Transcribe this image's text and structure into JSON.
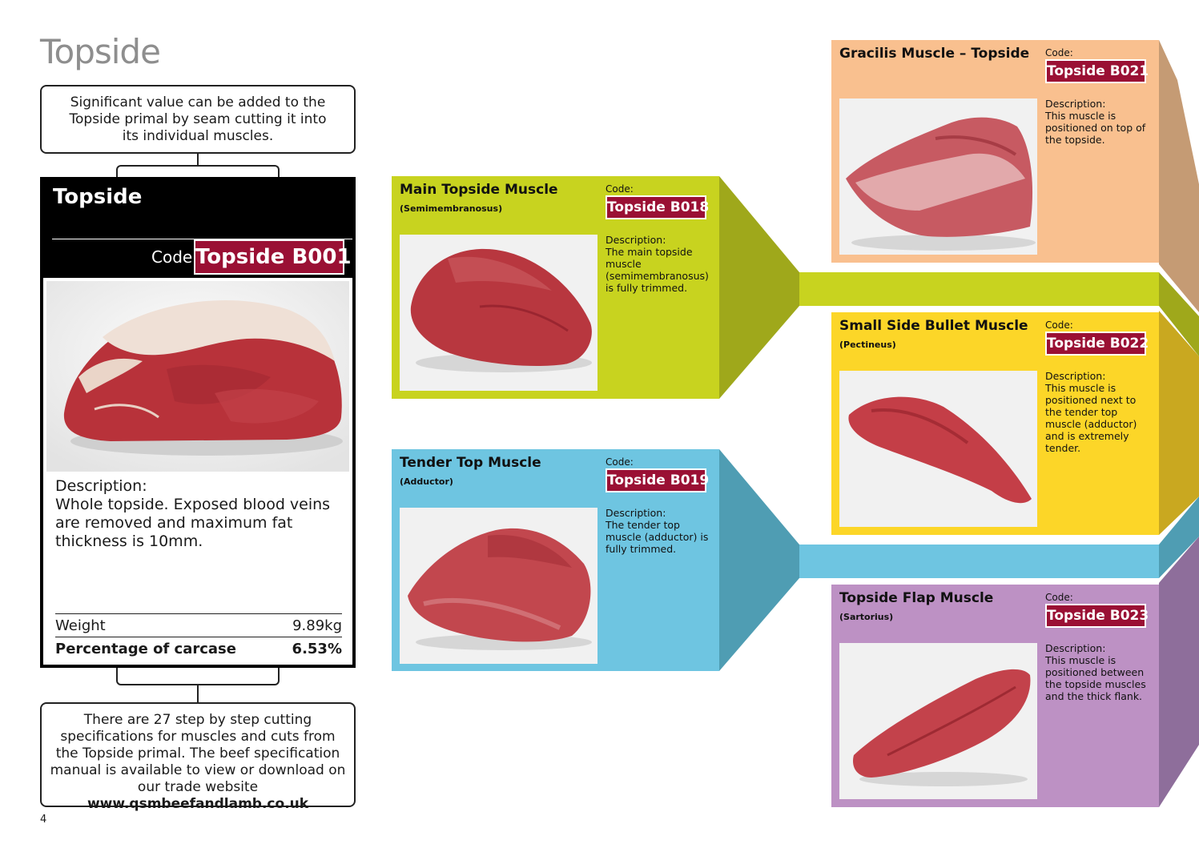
{
  "page": {
    "title": "Topside",
    "page_number": "4",
    "intro_text": "Significant value can be added to the Topside primal by seam cutting it into its individual muscles.",
    "footer_text": "There are 27 step by step cutting specifications for muscles and cuts from the Topside primal. The beef specification manual is available to view or download on our trade website",
    "footer_url": "www.qsmbeefandlamb.co.uk"
  },
  "main_card": {
    "title": "Topside",
    "code_label": "Code:",
    "code": "Topside B001",
    "description_label": "Description:",
    "description": "Whole topside. Exposed blood veins are removed and maximum fat thickness is 10mm.",
    "weight_label": "Weight",
    "weight_value": "9.89kg",
    "percentage_label": "Percentage of carcase",
    "percentage_value": "6.53%"
  },
  "muscles": [
    {
      "name": "Main Topside Muscle",
      "latin": "(Semimembranosus)",
      "code_label": "Code:",
      "code": "Topside B018",
      "description_label": "Description:",
      "description": "The main topside muscle (semimembranosus) is fully trimmed.",
      "color": "#c8d31f"
    },
    {
      "name": "Tender Top Muscle",
      "latin": "(Adductor)",
      "code_label": "Code:",
      "code": "Topside B019",
      "description_label": "Description:",
      "description": "The tender top muscle (adductor) is fully trimmed.",
      "color": "#6ec5e1"
    },
    {
      "name": "Gracilis Muscle – Topside",
      "latin": "",
      "code_label": "Code:",
      "code": "Topside B021",
      "description_label": "Description:",
      "description": "This muscle is positioned on top of the topside.",
      "color": "#f9c08f"
    },
    {
      "name": "Small Side Bullet Muscle",
      "latin": "(Pectineus)",
      "code_label": "Code:",
      "code": "Topside B022",
      "description_label": "Description:",
      "description": "This muscle is positioned next to the tender top muscle (adductor) and is extremely tender.",
      "color": "#fcd628"
    },
    {
      "name": "Topside Flap Muscle",
      "latin": "(Sartorius)",
      "code_label": "Code:",
      "code": "Topside B023",
      "description_label": "Description:",
      "description": "This muscle is positioned between the topside muscles and the thick flank.",
      "color": "#bd91c4"
    }
  ],
  "colors": {
    "badge": "#9a1034",
    "green_dark": "#9fa81b",
    "blue_dark": "#4f9db3",
    "orange_dark": "#c59b74",
    "yellow_dark": "#c9a820",
    "purple_dark": "#8e6e9b"
  }
}
